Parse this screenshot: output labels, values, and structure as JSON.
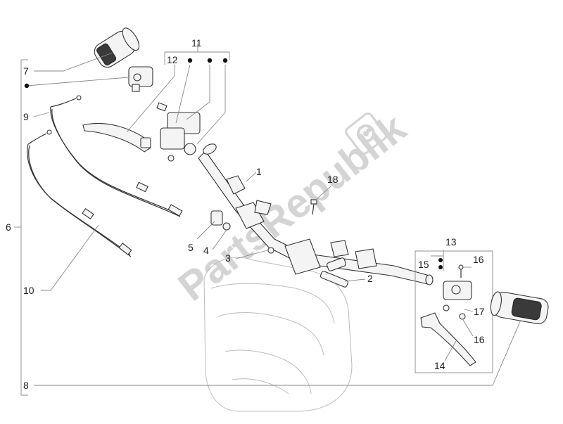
{
  "watermark": {
    "text": "PartsRepublik"
  },
  "callouts": {
    "c1": "1",
    "c2": "2",
    "c3": "3",
    "c4": "4",
    "c5": "5",
    "c6": "6",
    "c7": "7",
    "c8": "8",
    "c9": "9",
    "c10": "10",
    "c11": "11",
    "c12": "12",
    "c13": "13",
    "c14": "14",
    "c15": "15",
    "c16a": "16",
    "c16b": "16",
    "c17": "17",
    "c18": "18"
  },
  "colors": {
    "line": "#333333",
    "leader": "#888888",
    "watermark": "#d4d4d4",
    "bullet": "#111111"
  }
}
